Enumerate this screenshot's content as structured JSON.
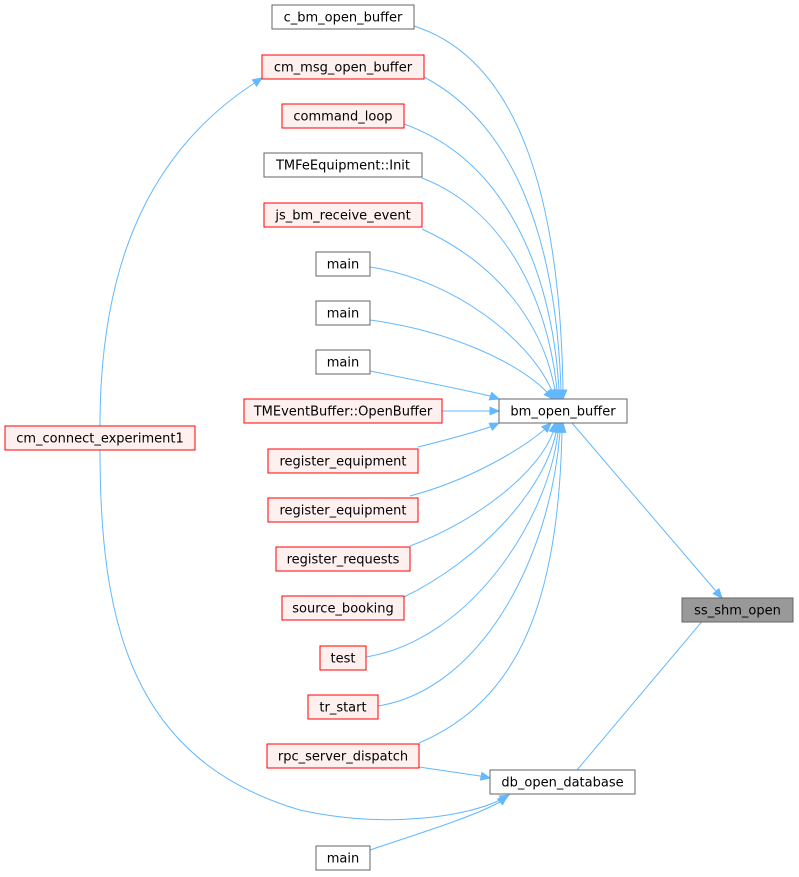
{
  "colors": {
    "edge": "#63b8ff",
    "plain_border": "#666666",
    "plain_fill": "#ffffff",
    "red_border": "#ff0000",
    "red_fill": "#fff0f0",
    "focus_fill": "#999999",
    "focus_border": "#666666"
  },
  "nodes": {
    "ss_shm_open": {
      "label": "ss_shm_open",
      "style": "focus"
    },
    "bm_open_buffer": {
      "label": "bm_open_buffer",
      "style": "plain"
    },
    "db_open_database": {
      "label": "db_open_database",
      "style": "plain"
    },
    "c_bm_open_buffer": {
      "label": "c_bm_open_buffer",
      "style": "plain"
    },
    "cm_msg_open_buffer": {
      "label": "cm_msg_open_buffer",
      "style": "red"
    },
    "command_loop": {
      "label": "command_loop",
      "style": "red"
    },
    "tmfe_init": {
      "label": "TMFeEquipment::Init",
      "style": "plain"
    },
    "js_bm_receive_event": {
      "label": "js_bm_receive_event",
      "style": "red"
    },
    "main_1": {
      "label": "main",
      "style": "plain"
    },
    "main_2": {
      "label": "main",
      "style": "plain"
    },
    "main_3": {
      "label": "main",
      "style": "plain"
    },
    "tmevent_openbuffer": {
      "label": "TMEventBuffer::OpenBuffer",
      "style": "red"
    },
    "register_equipment_1": {
      "label": "register_equipment",
      "style": "red"
    },
    "register_equipment_2": {
      "label": "register_equipment",
      "style": "red"
    },
    "register_requests": {
      "label": "register_requests",
      "style": "red"
    },
    "source_booking": {
      "label": "source_booking",
      "style": "red"
    },
    "test": {
      "label": "test",
      "style": "red"
    },
    "tr_start": {
      "label": "tr_start",
      "style": "red"
    },
    "rpc_server_dispatch": {
      "label": "rpc_server_dispatch",
      "style": "red"
    },
    "main_4": {
      "label": "main",
      "style": "plain"
    },
    "cm_connect_experiment1": {
      "label": "cm_connect_experiment1",
      "style": "red"
    }
  },
  "edges": [
    {
      "from": "bm_open_buffer",
      "to": "ss_shm_open"
    },
    {
      "from": "db_open_database",
      "to": "ss_shm_open"
    },
    {
      "from": "c_bm_open_buffer",
      "to": "bm_open_buffer"
    },
    {
      "from": "cm_msg_open_buffer",
      "to": "bm_open_buffer"
    },
    {
      "from": "command_loop",
      "to": "bm_open_buffer"
    },
    {
      "from": "tmfe_init",
      "to": "bm_open_buffer"
    },
    {
      "from": "js_bm_receive_event",
      "to": "bm_open_buffer"
    },
    {
      "from": "main_1",
      "to": "bm_open_buffer"
    },
    {
      "from": "main_2",
      "to": "bm_open_buffer"
    },
    {
      "from": "main_3",
      "to": "bm_open_buffer"
    },
    {
      "from": "tmevent_openbuffer",
      "to": "bm_open_buffer"
    },
    {
      "from": "register_equipment_1",
      "to": "bm_open_buffer"
    },
    {
      "from": "register_equipment_2",
      "to": "bm_open_buffer"
    },
    {
      "from": "register_requests",
      "to": "bm_open_buffer"
    },
    {
      "from": "source_booking",
      "to": "bm_open_buffer"
    },
    {
      "from": "test",
      "to": "bm_open_buffer"
    },
    {
      "from": "tr_start",
      "to": "bm_open_buffer"
    },
    {
      "from": "rpc_server_dispatch",
      "to": "bm_open_buffer"
    },
    {
      "from": "rpc_server_dispatch",
      "to": "db_open_database"
    },
    {
      "from": "main_4",
      "to": "db_open_database"
    },
    {
      "from": "cm_connect_experiment1",
      "to": "cm_msg_open_buffer"
    },
    {
      "from": "cm_connect_experiment1",
      "to": "db_open_database"
    }
  ]
}
